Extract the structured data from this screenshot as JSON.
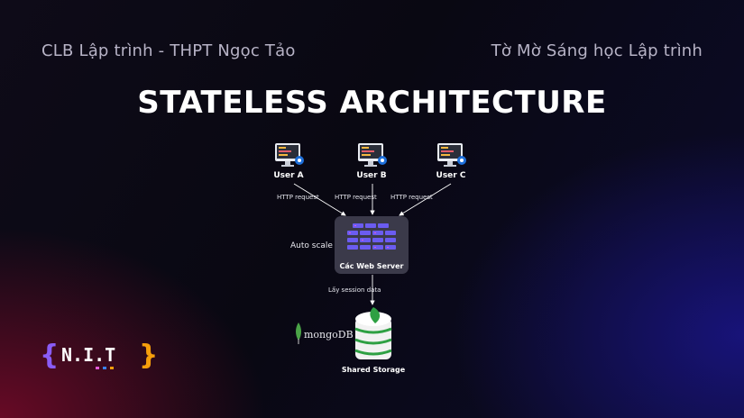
{
  "header": {
    "left_text": "CLB Lập trình - THPT Ngọc Tảo",
    "right_text": "Tờ Mờ Sáng học Lập trình"
  },
  "title": "STATELESS ARCHITECTURE",
  "users": [
    {
      "label": "User A",
      "request_label": "HTTP request"
    },
    {
      "label": "User B",
      "request_label": "HTTP request"
    },
    {
      "label": "User C",
      "request_label": "HTTP request"
    }
  ],
  "server": {
    "label": "Các Web Server",
    "autoscale_label": "Auto scale",
    "icon": "server-rack-icon"
  },
  "session_label": "Lấy session data",
  "storage": {
    "brand": "mongoDB",
    "label": "Shared Storage",
    "icon": "database-icon"
  },
  "logo": {
    "text": "N.I.T"
  },
  "colors": {
    "server_box": "#3b3a4a",
    "db_green": "#2ea043",
    "monitor_blue": "#1e6fd9",
    "logo_purple": "#8a5cf6",
    "logo_orange": "#f59e0b"
  }
}
